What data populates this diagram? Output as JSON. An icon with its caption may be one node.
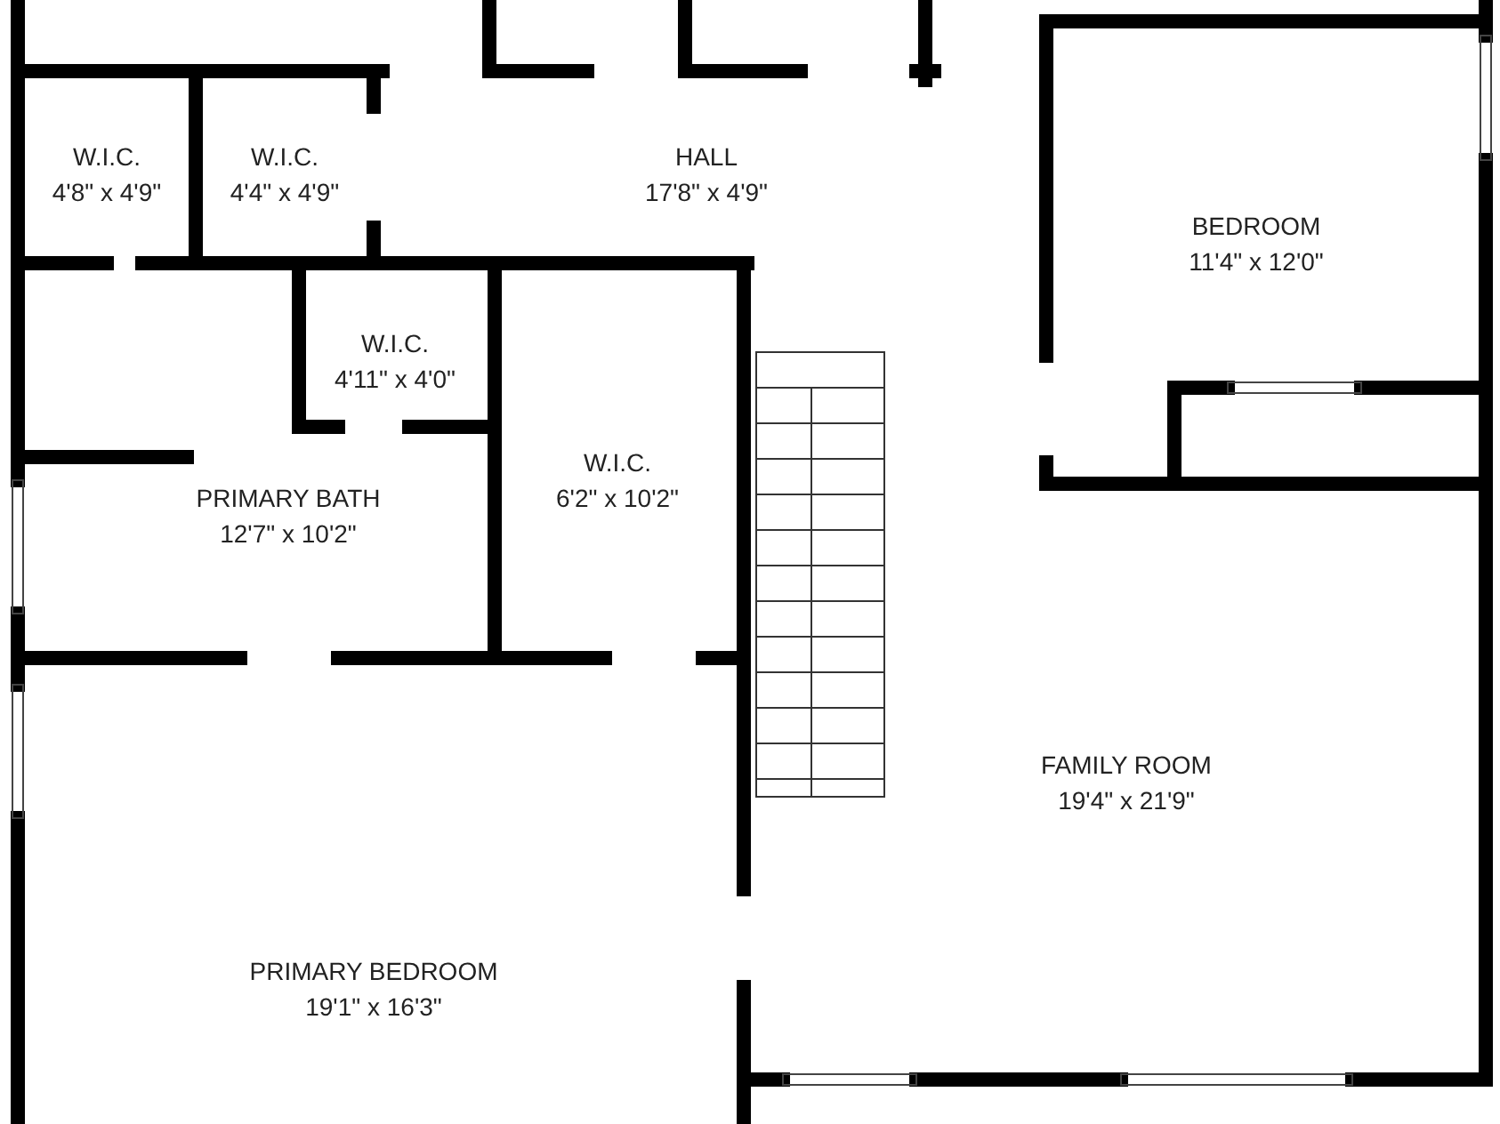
{
  "diagram": {
    "nodes": [
      {
        "text": [
          "W.I.C.",
          "4'8\" x 4'9\""
        ]
      },
      {
        "text": [
          "W.I.C.",
          "4'4\" x 4'9\""
        ]
      },
      {
        "text": [
          "HALL",
          "17'8\" x 4'9\""
        ]
      },
      {
        "text": [
          "BEDROOM",
          "11'4\" x 12'0\""
        ]
      },
      {
        "text": [
          "W.I.C.",
          "4'11\" x 4'0\""
        ]
      },
      {
        "text": [
          "PRIMARY BATH",
          "12'7\" x 10'2\""
        ]
      },
      {
        "text": [
          "W.I.C.",
          "6'2\" x 10'2\""
        ]
      },
      {
        "text": [
          "FAMILY ROOM",
          "19'4\" x 21'9\""
        ]
      },
      {
        "text": [
          "PRIMARY BEDROOM",
          "19'1\" x 16'3\""
        ]
      }
    ]
  }
}
